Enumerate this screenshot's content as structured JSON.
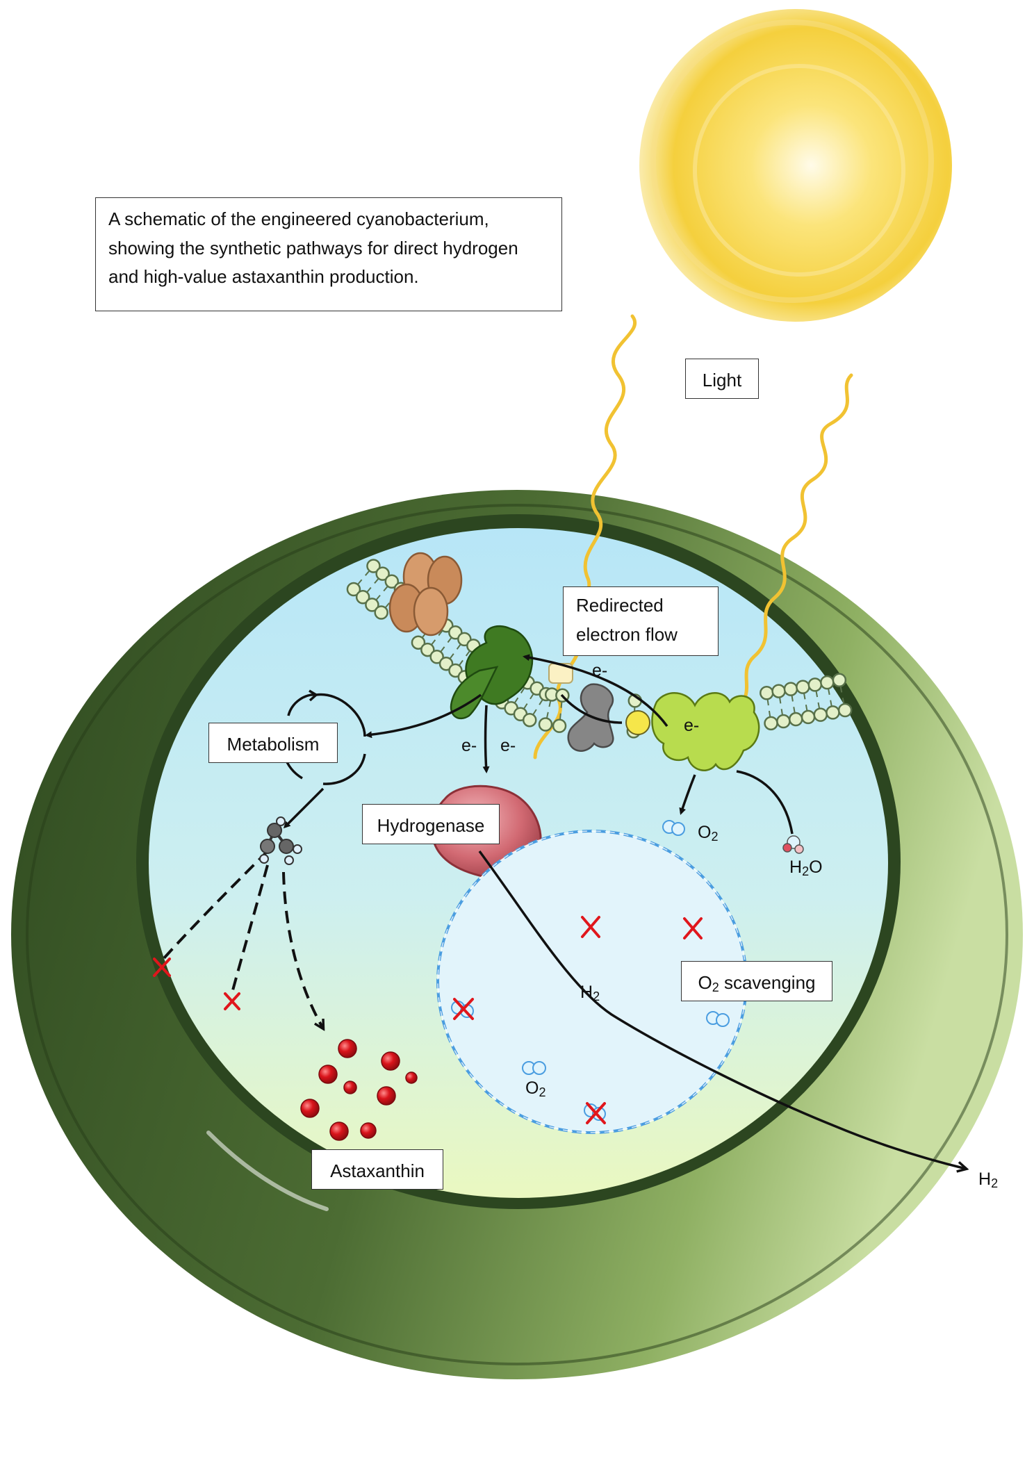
{
  "caption": {
    "line1": "A schematic of the engineered cyanobacterium,",
    "line2": "showing the synthetic pathways for direct hydrogen",
    "line3": "and high-value astaxanthin production."
  },
  "labels": {
    "light": "Light",
    "redirected_line1": "Redirected",
    "redirected_line2": "electron flow",
    "metabolism": "Metabolism",
    "hydrogenase": "Hydrogenase",
    "o2_scavenging_prefix": "O",
    "o2_scavenging_sub": "2",
    "o2_scavenging_suffix": " scavenging",
    "astaxanthin": "Astaxanthin",
    "electron": "e-",
    "o2_prefix": "O",
    "o2_sub": "2",
    "h2o_prefix": "H",
    "h2o_sub": "2",
    "h2o_suffix": "O",
    "h2_prefix": "H",
    "h2_sub": "2"
  },
  "colors": {
    "sun": "#f6d23a",
    "wall_dark": "#3d5a2a",
    "wall_light": "#b8d08e",
    "cytoplasm_top": "#bfe9f8",
    "cytoplasm_bottom": "#e6f7c2",
    "scavenging_zone": "#dff3fb",
    "scavenging_border": "#4a9de0",
    "astaxanthin": "#d9141b",
    "block_x": "#e0161c",
    "psii": "#b8dc4e",
    "complex_green": "#3f7a22",
    "atp_synthase": "#c98a5a",
    "hydrogenase": "#d26a73"
  },
  "icons": [
    "sun-icon",
    "light-wave-icon",
    "psii-complex-icon",
    "psi-complex-icon",
    "cytochrome-icon",
    "atp-synthase-icon",
    "hydrogenase-icon",
    "molecule-icon",
    "astaxanthin-droplet-icon",
    "block-x-icon",
    "o2-bubble-icon",
    "water-molecule-icon"
  ]
}
